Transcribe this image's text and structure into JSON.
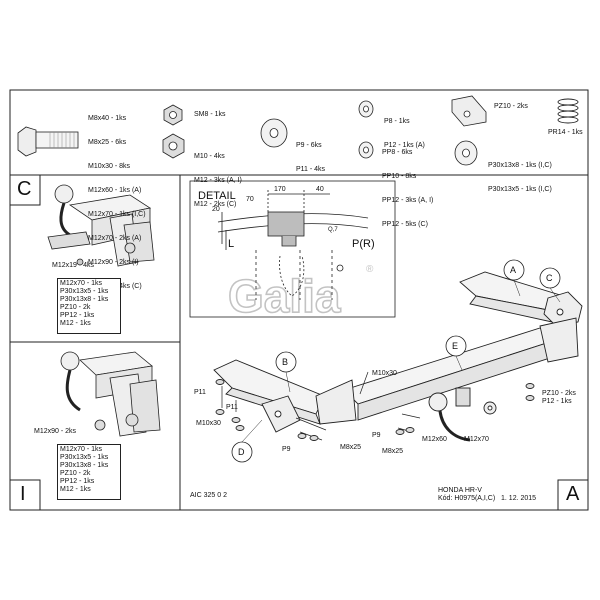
{
  "hardware": {
    "bolt_list": [
      "M8x40 - 1ks",
      "M8x25 - 6ks",
      "M10x30 - 8ks",
      "M12x60 - 1ks (A)",
      "M12x70 - 1ks (I,C)",
      "M12x70 - 2ks (A)",
      "M12x90 - 2ks (I)",
      "M12x19 - 4ks (C)"
    ],
    "nut_sm8": "SM8 - 1ks",
    "nut_list": [
      "M10 - 4ks",
      "M12 - 3ks (A, I)",
      "M12 - 2ks (C)"
    ],
    "washer_list": [
      "P9 - 6ks",
      "P11 - 4ks"
    ],
    "washer_p_list": [
      "P8 - 1ks",
      "P12 - 1ks (A)"
    ],
    "washer_pp_list": [
      "PP8 - 6ks",
      "PP10 - 8ks",
      "PP12 - 3ks (A, I)",
      "PP12 - 5ks (C)"
    ],
    "pz_label": "PZ10 - 2ks",
    "spacer_list": [
      "P30x13x8 - 1ks (I,C)",
      "P30x13x5 - 1ks (I,C)"
    ],
    "spring_label": "PR14 - 1ks"
  },
  "panel_c": {
    "letter": "C",
    "callout": "M12x19 - 4ks",
    "list": [
      "M12x70 - 1ks",
      "P30x13x5 - 1ks",
      "P30x13x8 - 1ks",
      "PZ10 - 2k",
      "PP12 - 1ks",
      "M12 - 1ks"
    ]
  },
  "panel_i": {
    "letter": "I",
    "callout": "M12x90 - 2ks",
    "list": [
      "M12x70 - 1ks",
      "P30x13x5 - 1ks",
      "P30x13x8 - 1ks",
      "PZ10 - 2k",
      "PP12 - 1ks",
      "M12 - 1ks"
    ]
  },
  "detail": {
    "title": "DETAIL",
    "dim_170": "170",
    "dim_40": "40",
    "dim_70": "70",
    "dim_20": "20",
    "dim_l": "L",
    "dim_pr": "P(R)",
    "dim_q": "Q,7"
  },
  "brand": {
    "name": "Galia",
    "mark": "®"
  },
  "main": {
    "part_a": "A",
    "part_b": "B",
    "part_c": "C",
    "part_d": "D",
    "part_e": "E",
    "m10x30_top": "M10x30",
    "p11": "P11",
    "p11_second": "P11",
    "m10x30_left": "M10x30",
    "p9_left": "P9",
    "m8x25_left": "M8x25",
    "p9_mid": "P9",
    "m8x25_mid": "M8x25",
    "m12x60": "M12x60",
    "m12x70": "M12x70",
    "pz10": "PZ10 - 2ks",
    "p12": "P12 - 1ks",
    "corner_letter": "A"
  },
  "footer": {
    "code": "AIC 325 0 2",
    "model": "HONDA HR-V",
    "kod": "Kód: H0975(A,I,C)   1. 12. 2015"
  }
}
